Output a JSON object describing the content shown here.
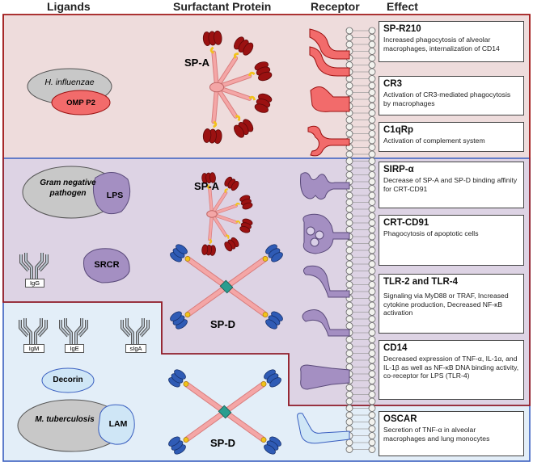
{
  "headers": {
    "ligands": "Ligands",
    "surfactant": "Surfactant Protein",
    "receptor": "Receptor",
    "effect": "Effect"
  },
  "proteins": {
    "spa_top": "SP-A",
    "spa_mid": "SP-A",
    "spd_mid": "SP-D",
    "spd_bottom": "SP-D"
  },
  "ligands": {
    "h_influenzae": "H. influenzae",
    "omp_p2": "OMP P2",
    "gram_neg": "Gram negative pathogen",
    "lps": "LPS",
    "igg": "IgG",
    "srcr": "SRCR",
    "igm": "IgM",
    "ige": "IgE",
    "siga": "sIgA",
    "decorin": "Decorin",
    "m_tb": "M. tuberculosis",
    "lam": "LAM"
  },
  "effects": [
    {
      "title": "SP-R210",
      "desc": "Increased phagocytosis of alveolar macrophages, internalization of CD14"
    },
    {
      "title": "CR3",
      "desc": "Activation of CR3-mediated phagocytosis by macrophages"
    },
    {
      "title": "C1qRp",
      "desc": "Activation of complement system"
    },
    {
      "title": "SIRP-α",
      "desc": "Decrease of SP-A and SP-D binding affinity for CRT-CD91"
    },
    {
      "title": "CRT-CD91",
      "desc": "Phagocytosis of apoptotic cells"
    },
    {
      "title": "TLR-2 and TLR-4",
      "desc": "Signaling via MyD88 or TRAF, Increased cytokine production, Decreased NF-κB activation"
    },
    {
      "title": "CD14",
      "desc": "Decreased expression of TNF-α, IL-1α, and IL-1β as well as NF-κB DNA binding activity, co-receptor for LPS (TLR-4)"
    },
    {
      "title": "OSCAR",
      "desc": "Secretion of TNF-α in alveolar macrophages and lung monocytes"
    }
  ],
  "colors": {
    "spa_region": "#eedcdc",
    "spa_border": "#a01818",
    "spd_region": "#e3eef8",
    "spd_border": "#3a5fc0",
    "overlap": "#ddd3e4",
    "sp_a_head": "#9b1111",
    "sp_d_head": "#2f5bb5",
    "collagen": "#f4a6a6",
    "neck": "#f2c21b",
    "receptor_red": "#f26b6b",
    "receptor_purple": "#a48fc2",
    "receptor_blue": "#cfe6f6",
    "ligand_gray": "#c8c8c8",
    "membrane_bead": "#f2f2ee"
  }
}
